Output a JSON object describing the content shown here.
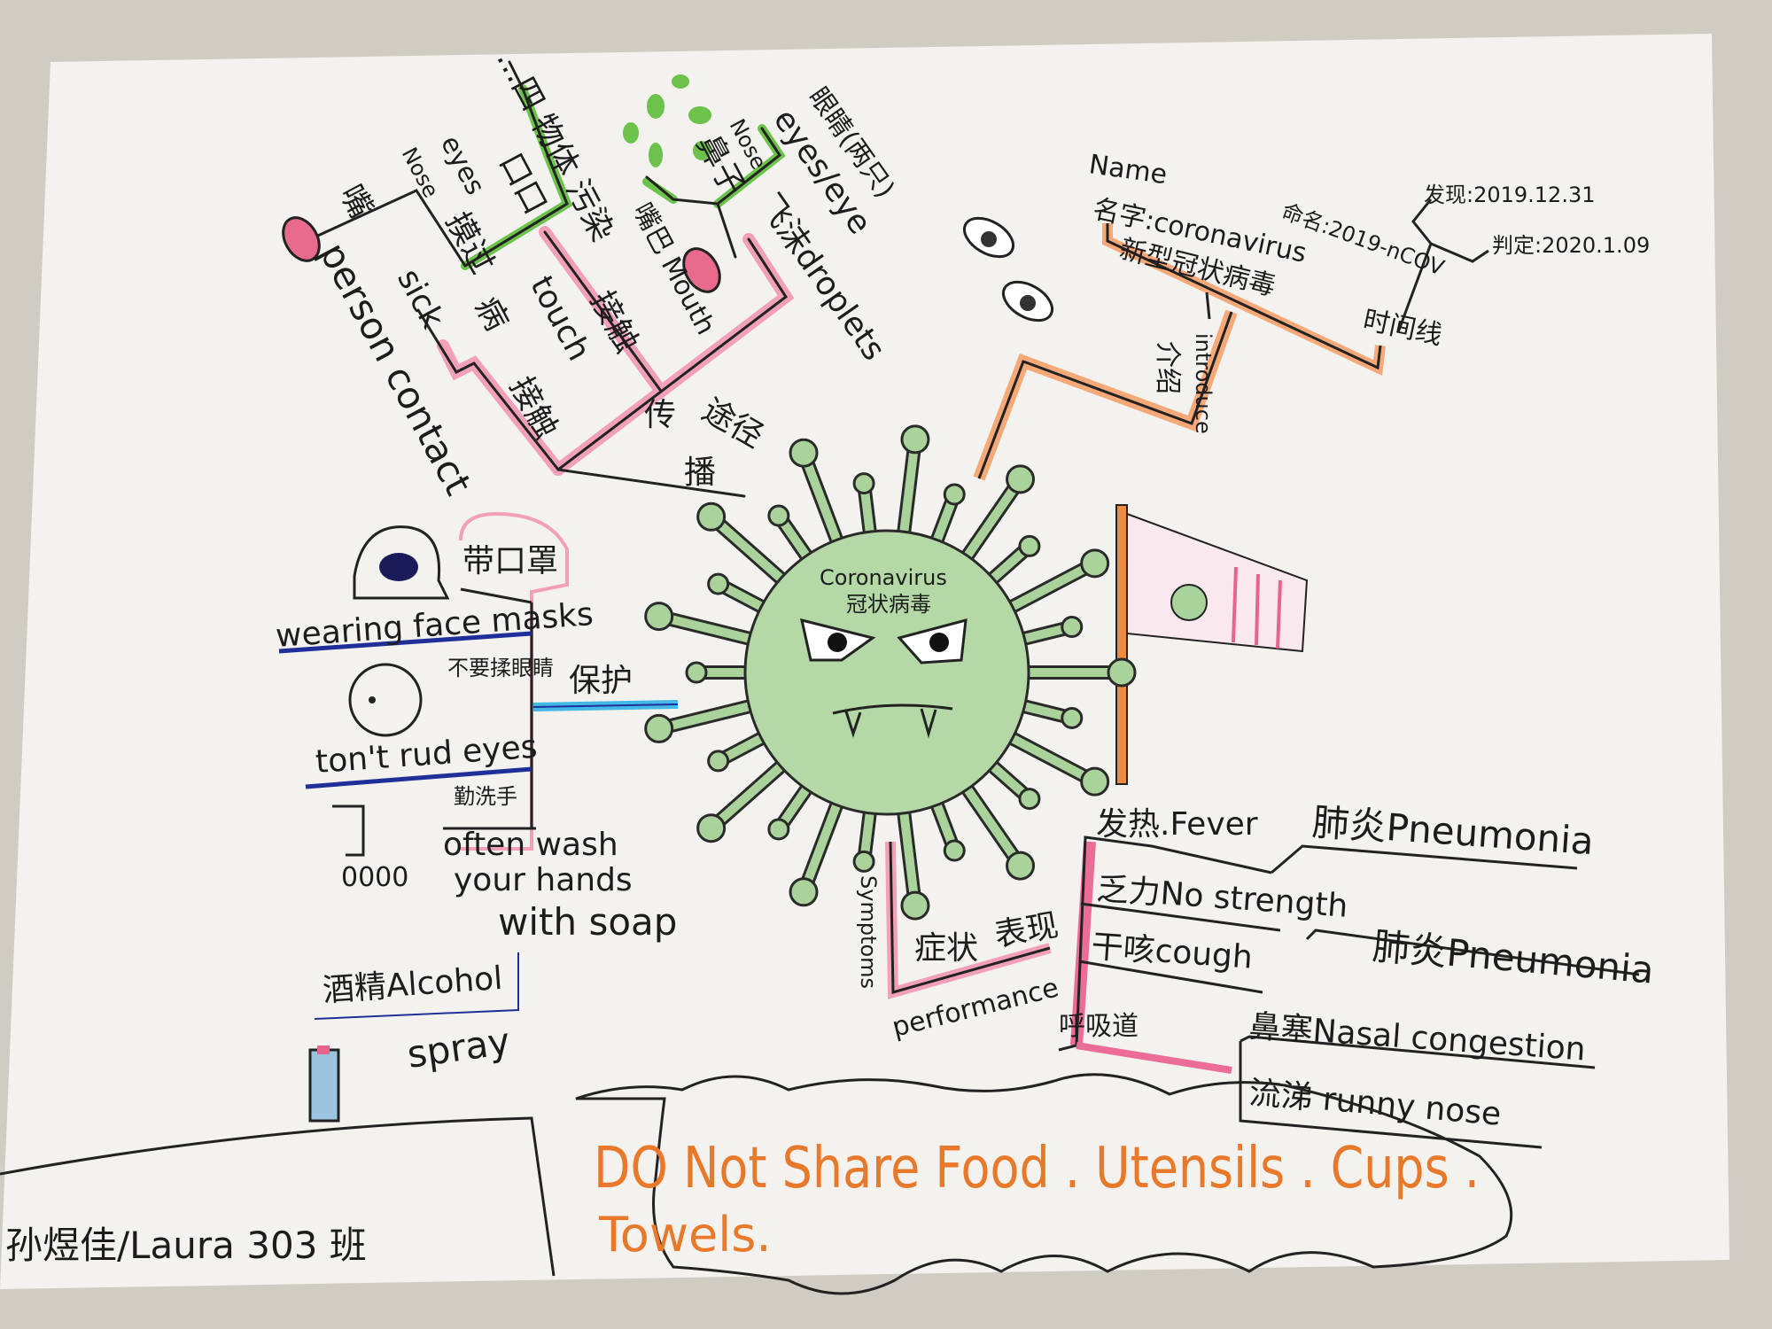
{
  "colors": {
    "paper": "#f3f2ee",
    "background": "#cfcdc3",
    "virus": "#a9d39a",
    "virus_stroke": "#2a2a2a",
    "pink": "#e8648c",
    "green": "#6cc24a",
    "orange": "#f08a3c",
    "blue": "#1f2f9a",
    "cyan": "#41b8e6",
    "ink": "#1c1c1c"
  },
  "center": {
    "title_en": "Coronavirus",
    "title_zh": "冠状病毒"
  },
  "transmission": {
    "label_a": "传",
    "label_b": "播",
    "label_c": "途径",
    "objects": "…四 物体 污染",
    "mouth_square": "口口",
    "eyes": "eyes",
    "nose_small": "Nose",
    "touched": "摸过",
    "mouth_left": "嘴",
    "sick": "sick",
    "person_contact": "person contact",
    "sick_zh": "病",
    "contact_zh": "接触",
    "touch_zh": "接触",
    "touch": "touch",
    "nose_zh": "鼻子",
    "nose": "Nose",
    "mouth_zh": "嘴巴",
    "mouth": "Mouth",
    "eyes_zh": "眼睛(两只)",
    "eyes_en": "eyes/eye",
    "droplets": "飞沫droplets"
  },
  "introduce": {
    "name_label": "Name",
    "name": "名字:coronavirus",
    "name_zh": "新型冠状病毒",
    "naming": "命名:2019-nCOV",
    "intro_zh": "介绍",
    "intro_en": "introduce",
    "timeline": "时间线",
    "discovered": "发现:2019.12.31",
    "confirmed": "判定:2020.1.09"
  },
  "protection": {
    "label": "保护",
    "mask_zh": "带口罩",
    "mask_en": "wearing face masks",
    "eyes_zh": "不要揉眼睛",
    "eyes_en": "ton't rud eyes",
    "wash_zh": "勤洗手",
    "wash_1": "often wash",
    "wash_2": "your hands",
    "wash_3": "with soap",
    "drops": "0000",
    "alcohol": "酒精Alcohol",
    "spray": "spray"
  },
  "symptoms": {
    "label_zh": "症状",
    "label_en": "Symptoms",
    "perf_zh": "表现",
    "perf_en": "performance",
    "fever": "发热.Fever",
    "pneumonia_1": "肺炎Pneumonia",
    "no_strength": "乏力No strength",
    "cough": "干咳cough",
    "pneumonia_2": "肺炎Pneumonia",
    "respiratory": "呼吸道",
    "nasal": "鼻塞Nasal congestion",
    "runny": "流涕 runny nose"
  },
  "notice": {
    "line1": "DO Not Share Food . Utensils . Cups .",
    "line2": "Towels."
  },
  "author": "孙煜佳/Laura 303 班"
}
